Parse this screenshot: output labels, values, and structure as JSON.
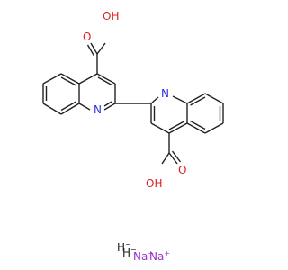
{
  "molecule": {
    "atoms": {
      "top_carbonyl_o": "O",
      "top_hydroxyl": "OH",
      "top_ring_n": "N",
      "bottom_ring_n": "N",
      "bottom_hydroxyl": "OH",
      "bottom_carbonyl_o": "O"
    },
    "counterions": {
      "hydride_1": "H",
      "hydride_charge_1": "−",
      "sodium_1": "Na",
      "sodium_charge_1": "+",
      "hydride_2": "H",
      "hydride_charge_2": "−",
      "sodium_2": "Na",
      "sodium_charge_2": "+"
    }
  },
  "colors": {
    "bond": "#222222",
    "oxygen": "#e02020",
    "nitrogen": "#3030e0",
    "sodium": "#9933cc"
  }
}
